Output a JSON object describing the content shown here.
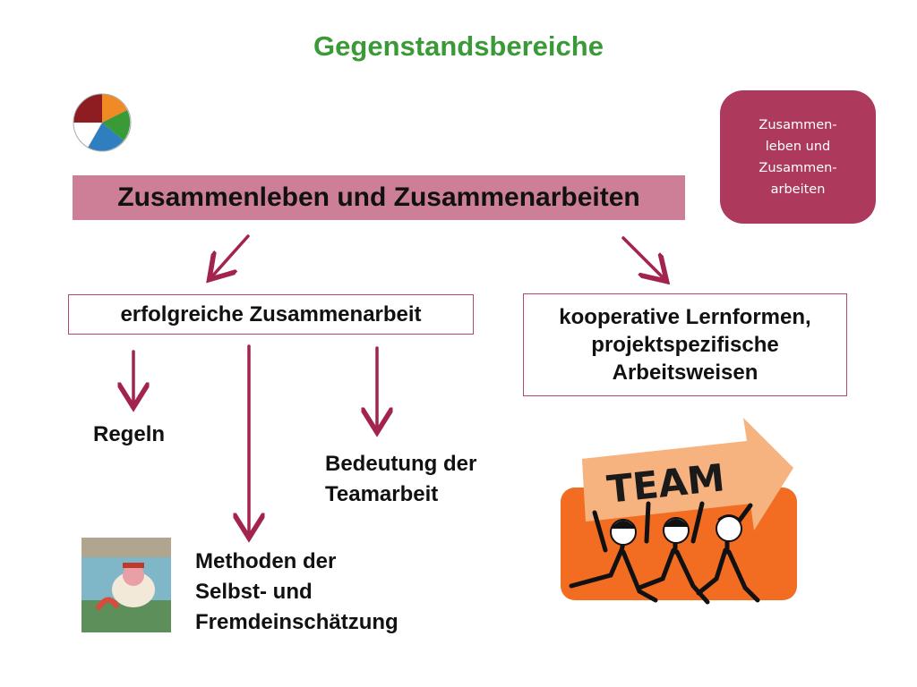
{
  "title": "Gegenstandsbereiche",
  "badge": {
    "lines": [
      "Zusammen-",
      "leben und",
      "Zusammen-",
      "arbeiten"
    ]
  },
  "main_topic": "Zusammenleben und Zusammenarbeiten",
  "branch_left": {
    "label": "erfolgreiche Zusammenarbeit"
  },
  "branch_right": {
    "lines": [
      "kooperative Lernformen,",
      "projektspezifische",
      "Arbeitsweisen"
    ]
  },
  "leaves": {
    "regeln": "Regeln",
    "bedeutung": [
      "Bedeutung der",
      "Teamarbeit"
    ],
    "methoden": [
      "Methoden der",
      "Selbst- und",
      "Fremdeinschätzung"
    ]
  },
  "team_image": {
    "text": "TEAM"
  },
  "colors": {
    "title": "#3a9a37",
    "main_box": "#cc7f97",
    "badge": "#ad3a5c",
    "arrow": "#a3234f",
    "team_orange": "#f26c22"
  }
}
